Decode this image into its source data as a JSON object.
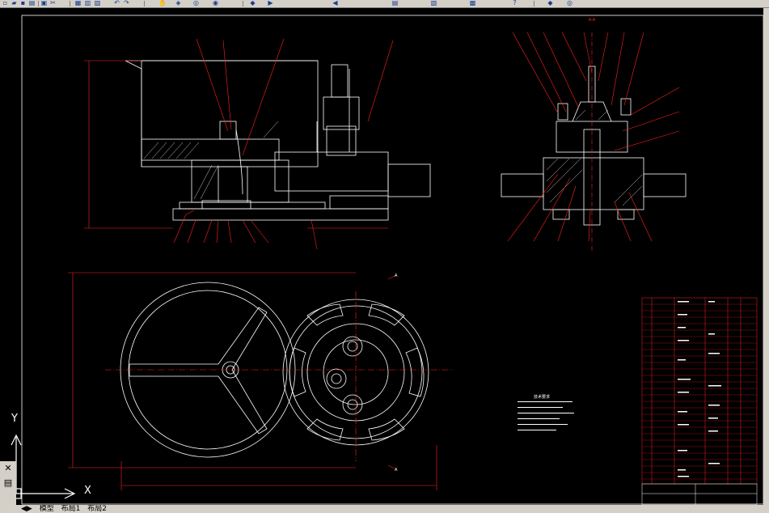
{
  "toolbar": {
    "icons": [
      "new-icon",
      "open-icon",
      "save-icon",
      "print-icon",
      "preview-icon",
      "cut-icon",
      "copy-icon",
      "paste-icon",
      "match-icon",
      "undo-icon",
      "redo-icon",
      "pan-icon",
      "zoom-icon",
      "zoom-window-icon",
      "zoom-prev-icon",
      "properties-icon",
      "design-center-icon",
      "tool-palette-icon",
      "sheet-set-icon",
      "markup-icon",
      "calc-icon",
      "help-icon"
    ]
  },
  "ucs": {
    "x_label": "X",
    "y_label": "Y"
  },
  "tabs": {
    "model": "模型",
    "layout1": "布局1",
    "layout2": "布局2"
  },
  "drawing": {
    "section_label": "A-A",
    "tech_req_title": "技术要求",
    "view_marker": "A"
  },
  "colors": {
    "background": "#000000",
    "lines": "#ffffff",
    "dims": "#ff2020",
    "center": "#ff2020",
    "chrome": "#d4d0c8"
  }
}
